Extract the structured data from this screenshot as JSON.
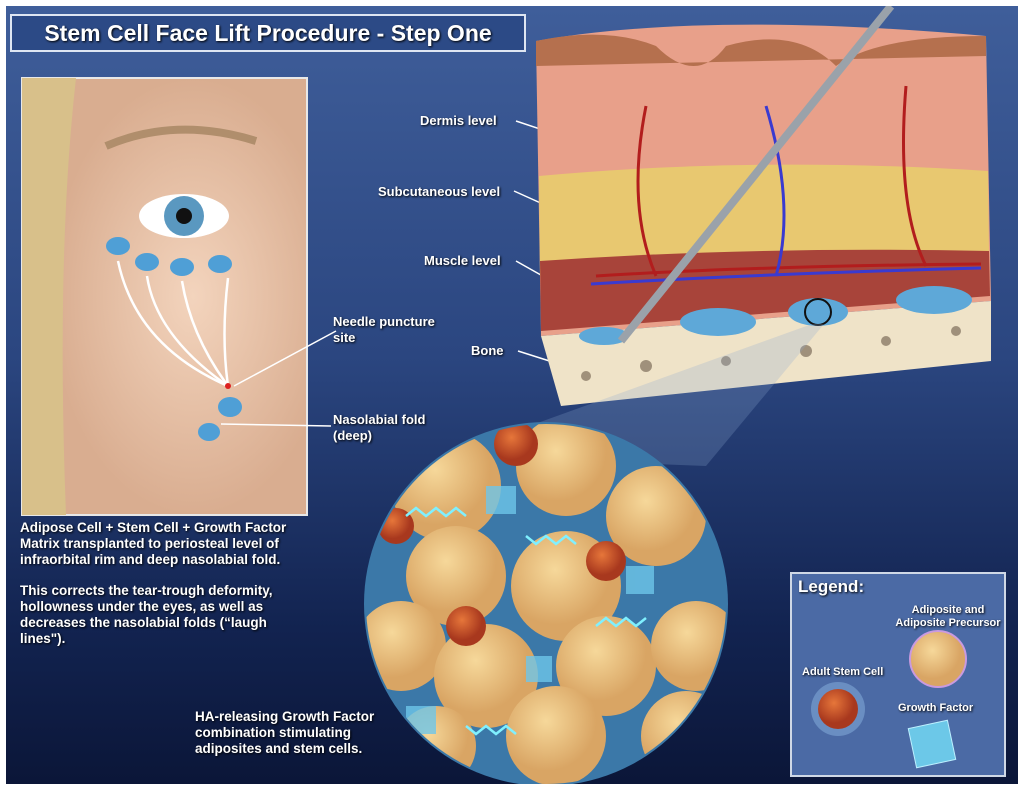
{
  "title": "Stem Cell Face Lift Procedure - Step One",
  "labels": {
    "dermis": "Dermis level",
    "subcutaneous": "Subcutaneous level",
    "muscle": "Muscle level",
    "bone": "Bone",
    "needle_line1": "Needle puncture",
    "needle_line2": "site",
    "nasolabial_line1": "Nasolabial fold",
    "nasolabial_line2": "(deep)"
  },
  "description": {
    "p1": [
      "Adipose Cell + Stem Cell + Growth Factor",
      "Matrix transplanted to periosteal level of",
      "infraorbital rim and deep nasolabial fold."
    ],
    "p2": [
      "This corrects the tear-trough deformity,",
      "hollowness under the eyes, as well as",
      "decreases the nasolabial folds (“laugh",
      "lines\")."
    ]
  },
  "caption": [
    "HA-releasing Growth Factor",
    "combination stimulating",
    "adiposites and stem cells."
  ],
  "legend": {
    "title": "Legend:",
    "adiposite_line1": "Adiposite and",
    "adiposite_line2": "Adiposite Precursor",
    "stem_cell": "Adult Stem Cell",
    "growth_factor": "Growth Factor"
  }
}
